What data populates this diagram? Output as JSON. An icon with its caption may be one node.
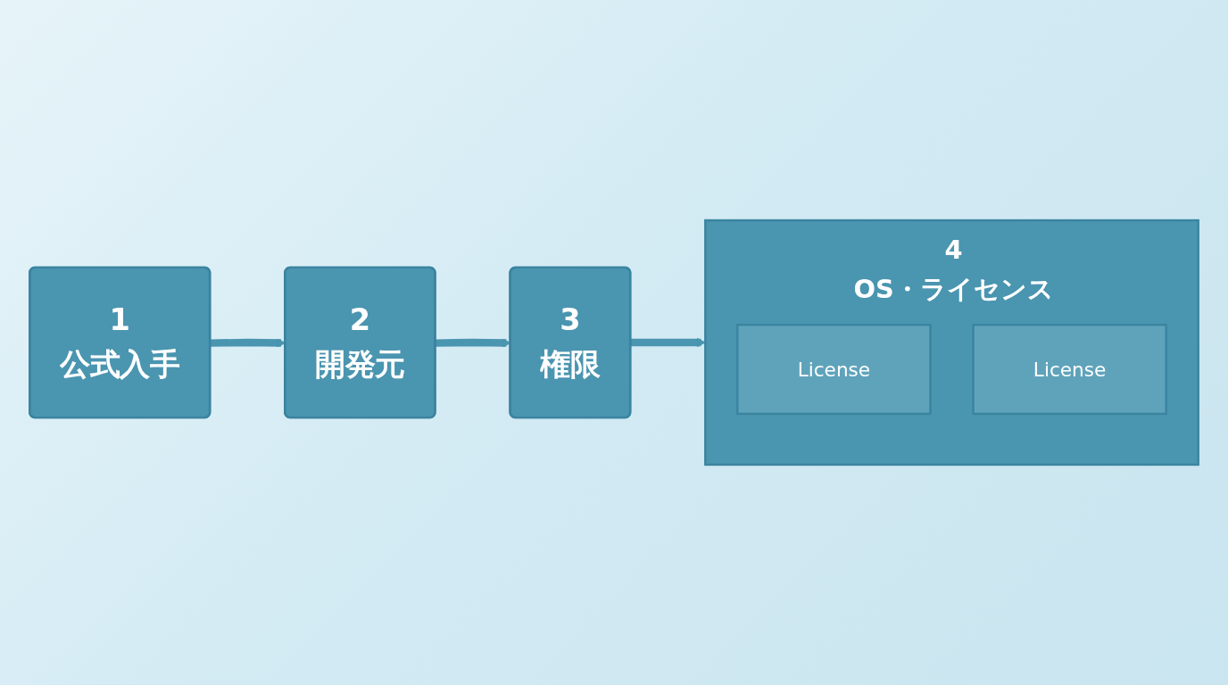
{
  "diagram": {
    "nodes": [
      {
        "text": [
          "1",
          "公式入手"
        ]
      },
      {
        "text": [
          "2",
          "開発元"
        ]
      },
      {
        "text": [
          "3",
          "権限"
        ]
      },
      {
        "text": [
          "4",
          "OS・ライセンス"
        ]
      },
      {
        "text": [
          "License"
        ],
        "in": 3
      },
      {
        "text": [
          "License"
        ],
        "in": 3
      }
    ],
    "edges": [
      {
        "from": 0,
        "to": 1,
        "arrow": "to"
      },
      {
        "from": 1,
        "to": 2,
        "arrow": "to"
      },
      {
        "from": 2,
        "to": 3,
        "arrow": "to"
      }
    ]
  }
}
